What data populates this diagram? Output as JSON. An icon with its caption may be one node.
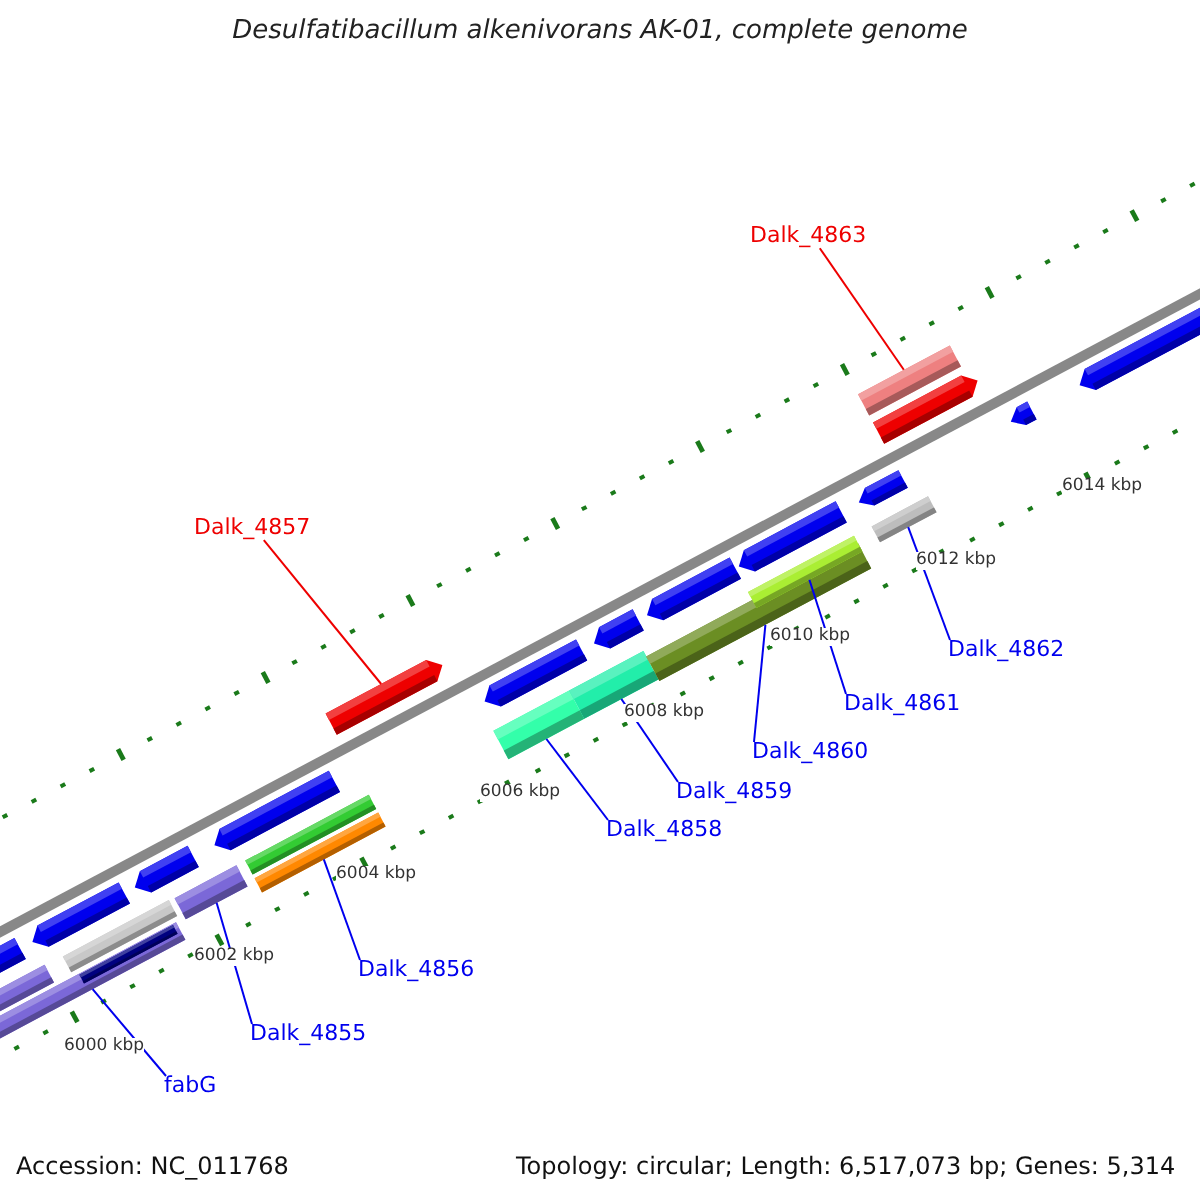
{
  "diagram": {
    "title": "Desulfatibacillum alkenivorans AK-01, complete genome",
    "nodes": [
      {
        "text": [
          "Dalk_4863"
        ]
      },
      {
        "text": [],
        "shape": "bar"
      },
      {
        "text": [
          "Dalk_4857"
        ]
      },
      {
        "text": [],
        "shape": "bar"
      },
      {
        "text": [
          "Dalk_4862"
        ]
      },
      {
        "text": [],
        "shape": "bar"
      },
      {
        "text": [
          "Dalk_4861"
        ]
      },
      {
        "text": [],
        "shape": "bar"
      },
      {
        "text": [
          "Dalk_4860"
        ]
      },
      {
        "text": [],
        "shape": "bar"
      },
      {
        "text": [
          "Dalk_4859"
        ]
      },
      {
        "text": [],
        "shape": "bar"
      },
      {
        "text": [
          "Dalk_4858"
        ]
      },
      {
        "text": [],
        "shape": "bar"
      },
      {
        "text": [
          "Dalk_4856"
        ]
      },
      {
        "text": [],
        "shape": "bar"
      },
      {
        "text": [
          "Dalk_4855"
        ]
      },
      {
        "text": [],
        "shape": "bar"
      },
      {
        "text": [
          "fabG"
        ]
      },
      {
        "text": [],
        "shape": "bar"
      }
    ],
    "edges": [
      {
        "from": 0,
        "to": 1,
        "arrow": "none",
        "color": "#ee0000"
      },
      {
        "from": 2,
        "to": 3,
        "arrow": "none",
        "color": "#ee0000"
      },
      {
        "from": 4,
        "to": 5,
        "arrow": "none"
      },
      {
        "from": 6,
        "to": 7,
        "arrow": "none"
      },
      {
        "from": 8,
        "to": 9,
        "arrow": "none"
      },
      {
        "from": 10,
        "to": 11,
        "arrow": "none"
      },
      {
        "from": 12,
        "to": 13,
        "arrow": "none"
      },
      {
        "from": 14,
        "to": 15,
        "arrow": "none"
      },
      {
        "from": 16,
        "to": 17,
        "arrow": "none"
      },
      {
        "from": 18,
        "to": 19,
        "arrow": "none"
      }
    ],
    "labels": [
      "6014 kbp",
      "6012 kbp",
      "6010 kbp",
      "6008 kbp",
      "6006 kbp",
      "6004 kbp",
      "6002 kbp",
      "6000 kbp",
      "Accession: NC_011768",
      "Topology: circular; Length: 6,517,073 bp; Genes: 5,314"
    ]
  }
}
